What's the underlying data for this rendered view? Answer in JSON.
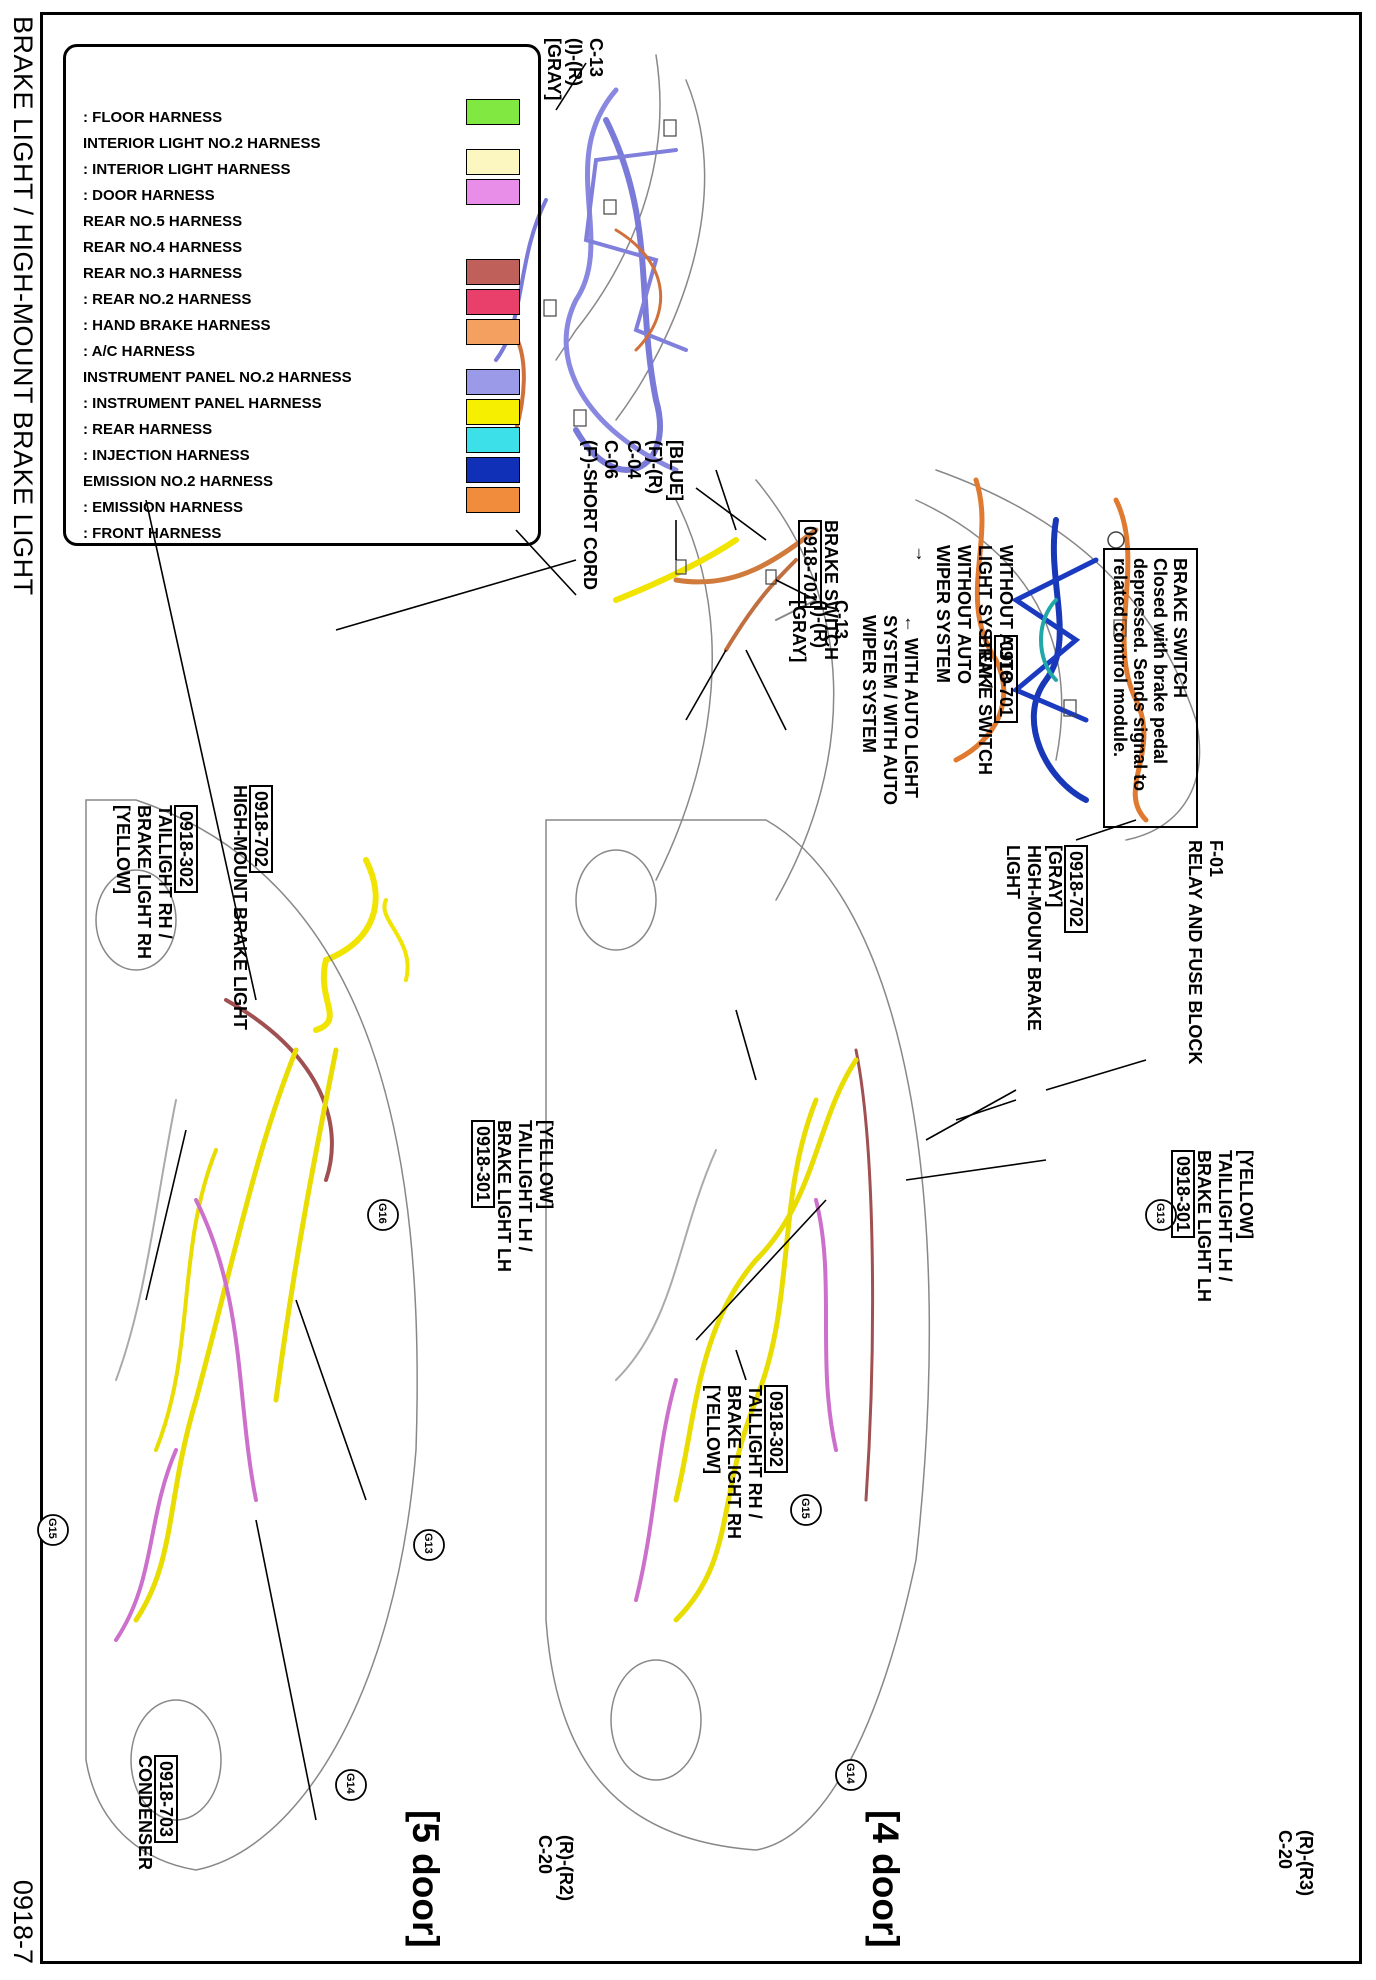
{
  "title": "BRAKE LIGHT / HIGH-MOUNT BRAKE LIGHT",
  "page_number": "0918-7",
  "legend": [
    {
      "label": ": FRONT HARNESS",
      "color": "#f08c3c"
    },
    {
      "label": ": EMISSION HARNESS",
      "color": "#1030b8"
    },
    {
      "label": "EMISSION NO.2 HARNESS",
      "color": "#1030b8"
    },
    {
      "label": ": INJECTION HARNESS",
      "color": "#3ce0e8"
    },
    {
      "label": ": REAR HARNESS",
      "color": "#f6f000"
    },
    {
      "label": ": INSTRUMENT PANEL HARNESS",
      "color": "#9a9ae8"
    },
    {
      "label": "INSTRUMENT PANEL NO.2 HARNESS",
      "color": "#9a9ae8"
    },
    {
      "label": ": A/C HARNESS",
      "color": "#f4a060"
    },
    {
      "label": ": HAND BRAKE HARNESS",
      "color": "#e8406a"
    },
    {
      "label": ": REAR NO.2 HARNESS",
      "color": "#c0605a"
    },
    {
      "label": "REAR NO.3 HARNESS",
      "color": "#c0605a"
    },
    {
      "label": "REAR NO.4 HARNESS",
      "color": "#c0605a"
    },
    {
      "label": "REAR NO.5 HARNESS",
      "color": "#c0605a"
    },
    {
      "label": ": DOOR HARNESS",
      "color": "#e88ee8"
    },
    {
      "label": ": INTERIOR LIGHT HARNESS",
      "color": "#fcf6c0"
    },
    {
      "label": "INTERIOR LIGHT NO.2 HARNESS",
      "color": "#fcf6c0"
    },
    {
      "label": ": FLOOR HARNESS",
      "color": "#80e840"
    }
  ],
  "brake_switch_note": {
    "heading": "BRAKE SWITCH",
    "lines": [
      "Closed with brake pedal",
      "depressed. Sends signal to",
      "related control module."
    ]
  },
  "callouts": {
    "c13_top": [
      "C-13",
      "(I)-(R)",
      "[GRAY]"
    ],
    "c04": [
      "[BLUE]",
      "(F)-(R)",
      "C-04"
    ],
    "c06": [
      "C-06",
      "(F)-SHORT CORD"
    ],
    "c13_mid": [
      "C-13",
      "(I)-(R)",
      "[GRAY]"
    ],
    "brake_switch_auto": {
      "label": "BRAKE SWITCH",
      "code": "0918-701",
      "desc": [
        "← WITH AUTO LIGHT",
        "SYSTEM / WITH AUTO",
        "WIPER SYSTEM"
      ]
    },
    "brake_switch_noauto": {
      "desc": [
        "WITHOUT AUTO",
        "LIGHT SYSTEM /",
        "WITHOUT AUTO",
        "WIPER SYSTEM",
        "→"
      ],
      "code": "0918-701",
      "label": "BRAKE SWITCH"
    },
    "f01": [
      "F-01",
      "RELAY AND FUSE BLOCK"
    ],
    "hmbl_4door": {
      "code": "0918-702",
      "lines": [
        "[GRAY]",
        "HIGH-MOUNT BRAKE",
        "LIGHT"
      ]
    },
    "tl_lh_4door": {
      "lines": [
        "[YELLOW]",
        "TAILLIGHT LH /",
        "BRAKE LIGHT LH"
      ],
      "code": "0918-301"
    },
    "tl_rh_4door": {
      "code": "0918-302",
      "lines": [
        "TAILLIGHT RH /",
        "BRAKE LIGHT RH",
        "[YELLOW]"
      ]
    },
    "c20_4door": [
      "(R)-(R3)",
      "C-20"
    ],
    "hmbl_5door": {
      "code": "0918-702",
      "lines": [
        "HIGH-MOUNT BRAKE LIGHT"
      ]
    },
    "tl_rh_5door": {
      "code": "0918-302",
      "lines": [
        "TAILLIGHT RH /",
        "BRAKE LIGHT RH",
        "[YELLOW]"
      ]
    },
    "tl_lh_5door": {
      "lines": [
        "[YELLOW]",
        "TAILLIGHT LH /",
        "BRAKE LIGHT LH"
      ],
      "code": "0918-301"
    },
    "condenser": {
      "code": "0918-703",
      "label": "CONDENSER"
    },
    "c20_5door": [
      "(R)-(R2)",
      "C-20"
    ]
  },
  "grounds": [
    "G13",
    "G14",
    "G15",
    "G16"
  ],
  "door_labels": {
    "four": "[4 door]",
    "five": "[5 door]"
  }
}
